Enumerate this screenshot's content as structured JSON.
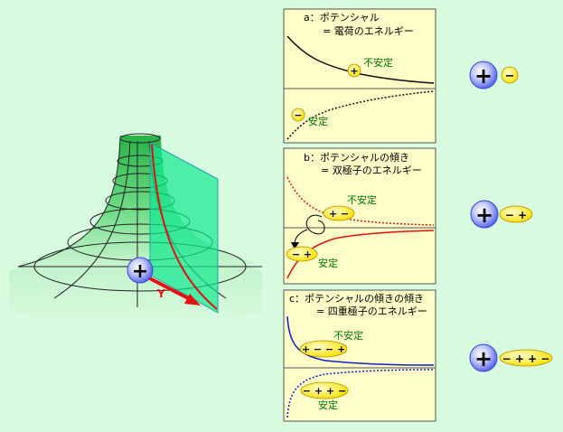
{
  "colors": {
    "background": "#d9fbe0",
    "panel": "#fffdc8",
    "panel_border": "#555555",
    "label_green": "#007a00",
    "yellow_charge": "#ffee22",
    "blue_charge": "#6f7cf0",
    "curve_black": "#111111",
    "curve_red": "#e01010",
    "curve_blue": "#1020c0",
    "arrow_red": "#e81010"
  },
  "cone": {
    "charge_sign": "+",
    "axis_label": "Y"
  },
  "panels": [
    {
      "title_line1": "a：ポテンシャル",
      "title_line2": "= 電荷のエネルギー",
      "upper": {
        "label": "不安定",
        "charges": "+"
      },
      "lower": {
        "label": "安定",
        "charges": "−"
      },
      "side_charges": [
        "+",
        "−"
      ]
    },
    {
      "title_line1": "b：ポテンシャルの傾き",
      "title_line2": "= 双極子のエネルギー",
      "upper": {
        "label": "不安定",
        "charges": "+ −"
      },
      "lower": {
        "label": "安定",
        "charges": "− +"
      },
      "side_charges": [
        "+",
        "− +"
      ]
    },
    {
      "title_line1": "c：ポテンシャルの傾きの傾き",
      "title_line2": "= 四重極子のエネルギー",
      "upper": {
        "label": "不安定",
        "charges": "+ − − +"
      },
      "lower": {
        "label": "安定",
        "charges": "− + + −"
      },
      "side_charges": [
        "+",
        "− + + −"
      ]
    }
  ]
}
